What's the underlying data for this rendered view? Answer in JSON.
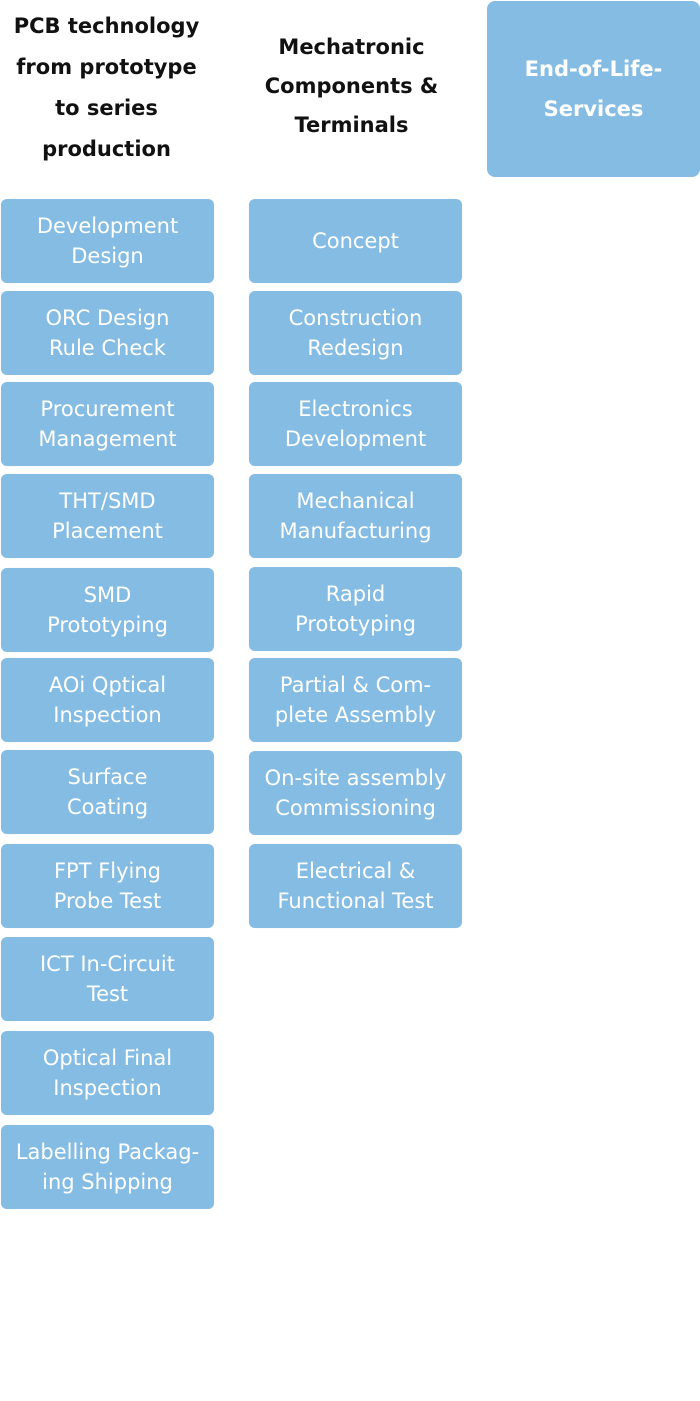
{
  "columns": [
    {
      "heading": "PCB technology\nfrom prototype\nto series\nproduction",
      "items": [
        "Development\nDesign",
        "ORC Design\nRule Check",
        "Procurement\nManagement",
        "THT/SMD\nPlacement",
        "SMD\nPrototyping",
        "AOi Qptical\nInspection",
        "Surface\nCoating",
        "FPT Flying\nProbe Test",
        "ICT In-Circuit\nTest",
        "Optical Final\nInspection",
        "Labelling Packag-\ning Shipping"
      ]
    },
    {
      "heading": "Mechatronic\nComponents &\nTerminals",
      "items": [
        "Concept",
        "Construction\nRedesign",
        "Electronics\nDevelopment",
        "Mechanical\nManufacturing",
        "Rapid\nPrototyping",
        "Partial & Com-\nplete Assembly",
        "On-site assembly\nCommissioning",
        "Electrical &\nFunctional Test"
      ]
    }
  ],
  "eol": {
    "label": "End-of-Life-\nServices"
  },
  "colors": {
    "box": "#85bce3",
    "box_text": "#ffffff",
    "heading_text": "#111111"
  }
}
